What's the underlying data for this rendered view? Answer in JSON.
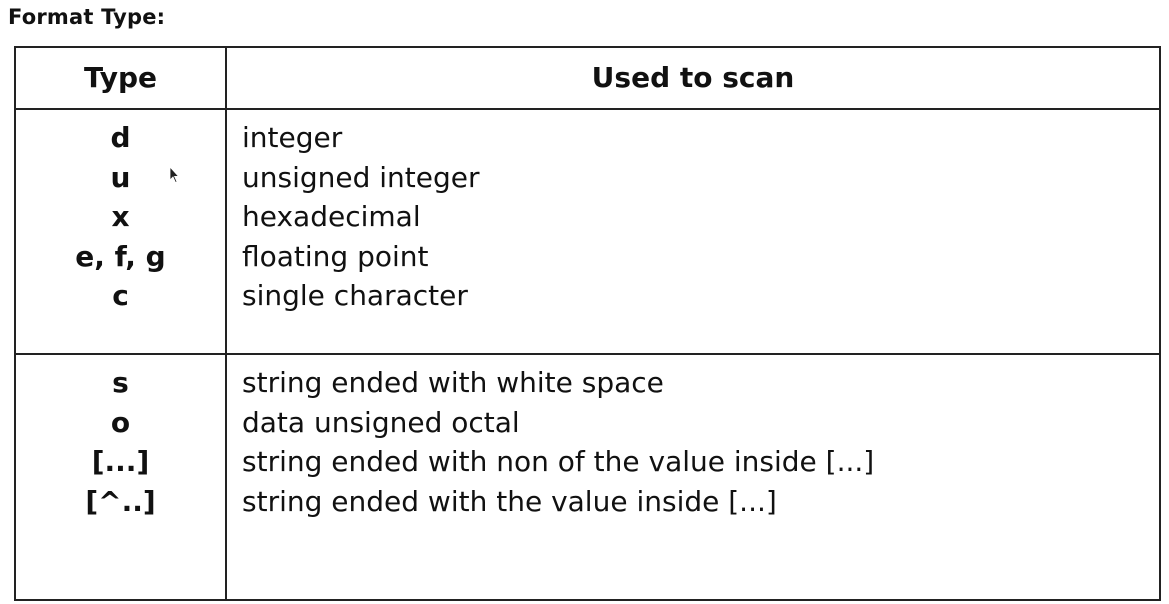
{
  "heading": "Format Type:",
  "table": {
    "headers": [
      "Type",
      "Used to scan"
    ],
    "groups": [
      {
        "rows": [
          {
            "type": "d",
            "description": "integer"
          },
          {
            "type": "u",
            "description": "unsigned integer"
          },
          {
            "type": "x",
            "description": "hexadecimal"
          },
          {
            "type": "e, f, g",
            "description": "floating point"
          },
          {
            "type": "c",
            "description": "single character"
          }
        ]
      },
      {
        "rows": [
          {
            "type": "s",
            "description": "string ended with white space"
          },
          {
            "type": "o",
            "description": "data unsigned octal"
          },
          {
            "type": "[...]",
            "description": "string ended with non of the value inside [...]"
          },
          {
            "type": "[^..]",
            "description": "string ended with the value inside [...]"
          }
        ]
      }
    ]
  },
  "icons": {
    "cursor": "mouse-pointer-icon"
  }
}
